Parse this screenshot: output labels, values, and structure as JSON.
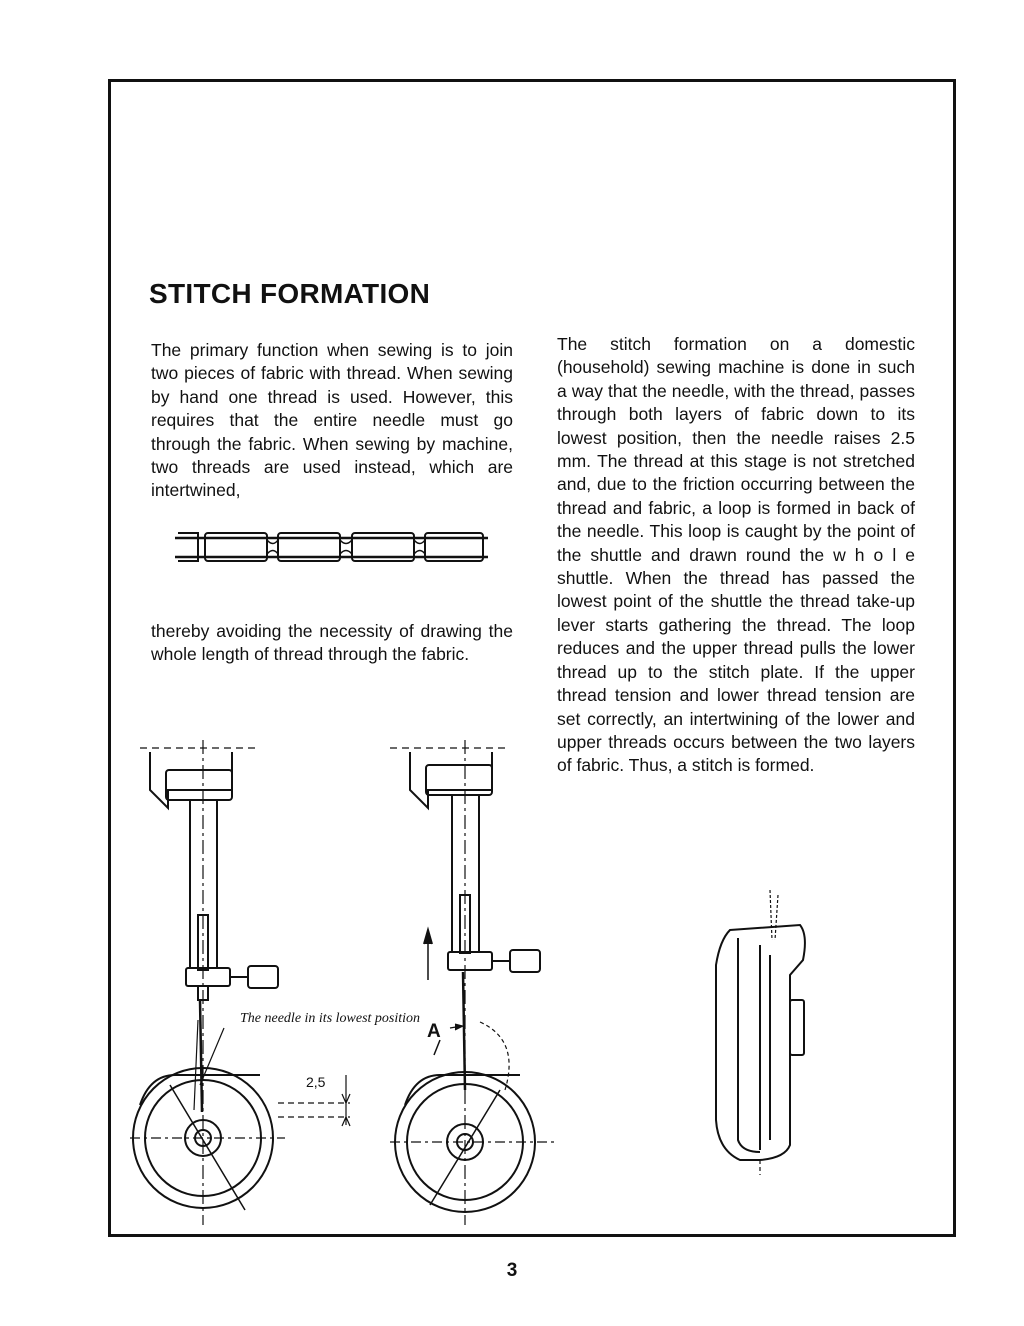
{
  "page": {
    "title": "STITCH FORMATION",
    "left_paragraph_1": "The primary function when sewing is to join two pieces of fabric with thread. When sewing by hand one thread is used. However, this requires that the entire needle must go through the fabric. When sewing by machine, two threads are used instead, which are intertwined,",
    "left_paragraph_2": "thereby avoiding the necessity of drawing the whole length of thread through the fabric.",
    "right_paragraph": "The stitch formation on a domestic (household) sewing machine is done in such a way that the needle, with the thread, passes through both layers of fabric down to its lowest position, then the needle raises 2.5 mm. The thread at this stage is not stretched and, due to the friction occurring between the thread and fabric, a loop is formed in back of the needle. This loop is caught by the point of the shuttle and drawn round the w h o l e shuttle. When the thread has passed the lowest point of the shuttle the thread take-up lever starts gathering the thread. The loop reduces and the upper thread pulls the lower thread up to the stitch plate. If the upper thread tension and lower thread tension are set correctly, an intertwining of the lower and upper threads occurs between the two layers of fabric. Thus, a stitch is formed.",
    "page_number": "3"
  },
  "figures": {
    "needle_caption": "The needle in its lowest position",
    "measurement_label": "2,5",
    "point_label": "A"
  }
}
